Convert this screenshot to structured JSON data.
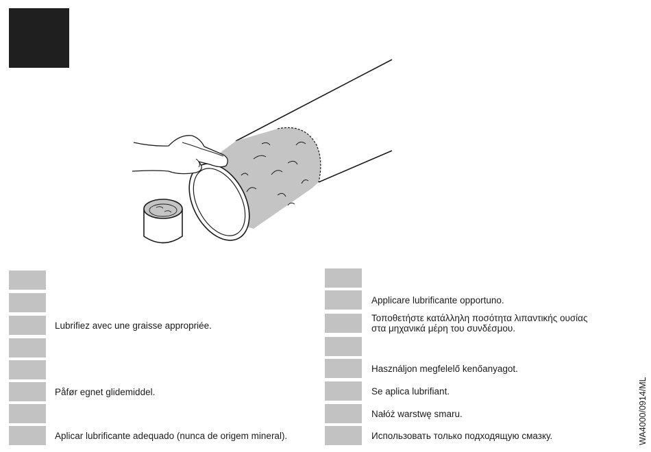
{
  "document": {
    "code": "WA4000/0914/ML"
  },
  "instructions_left": [
    {
      "text": ""
    },
    {
      "text": ""
    },
    {
      "text": "Lubrifiez avec une graisse appropriée."
    },
    {
      "text": ""
    },
    {
      "text": ""
    },
    {
      "text": "Påfør egnet glidemiddel."
    },
    {
      "text": ""
    },
    {
      "text": "Aplicar lubrificante adequado (nunca de origem mineral)."
    }
  ],
  "instructions_right": [
    {
      "text": ""
    },
    {
      "text": "Applicare lubrificante opportuno."
    },
    {
      "text": "Τοποθετήστε κατάλληλη ποσότητα λιπαντικής ουσίας\nστα μηχανικά μέρη του συνδέσμου."
    },
    {
      "text": ""
    },
    {
      "text": "Használjon megfelelő kenőanyagot."
    },
    {
      "text": "Se aplica lubrifiant."
    },
    {
      "text": "Nałóż warstwę smaru."
    },
    {
      "text": "Использовать только подходящую смазку."
    }
  ],
  "colors": {
    "step_box": "#1f1f1f",
    "language_chip": "#c2c2c2",
    "grease": "#c4c4c4",
    "line": "#1a1a1a"
  },
  "icons": [
    "hand-applying-grease-icon",
    "grease-tin-icon",
    "pipe-icon"
  ]
}
